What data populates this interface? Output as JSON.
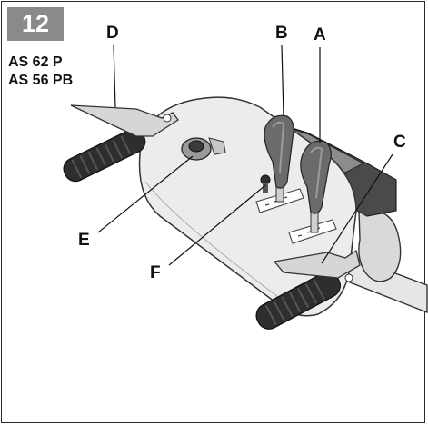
{
  "figure": {
    "number": "12",
    "models": [
      "AS 62 P",
      "AS 56 PB"
    ]
  },
  "callouts": {
    "a": "A",
    "b": "B",
    "c": "C",
    "d": "D",
    "e": "E",
    "f": "F"
  },
  "colors": {
    "badge": "#8a8a8a",
    "deck": "#ececec",
    "lever": "#6b6b6b",
    "grip": "#2e2e2e",
    "ink": "#111111"
  }
}
